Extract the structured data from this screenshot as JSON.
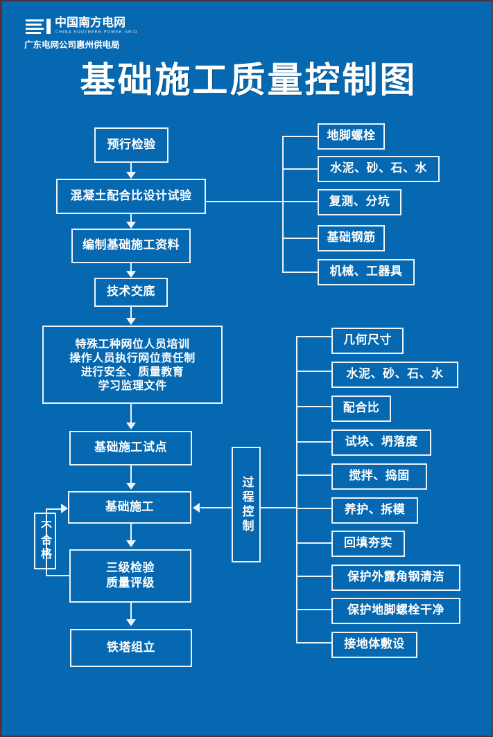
{
  "page": {
    "background_color": "#0568b0",
    "line_color": "#eef4fb",
    "text_color": "#ffffff"
  },
  "logo": {
    "mark": "south-grid-logo-mark",
    "company_cn": "中国南方电网",
    "company_en": "CHINA SOUTHERN POWER GRID",
    "bureau": "广东电网公司惠州供电局"
  },
  "title": "基础施工质量控制图",
  "main_flow": [
    {
      "id": "pre-inspection",
      "label": "预行检验"
    },
    {
      "id": "mix-design-test",
      "label": "混凝土配合比设计试验"
    },
    {
      "id": "compile-data",
      "label": "编制基础施工资料"
    },
    {
      "id": "tech-briefing",
      "label": "技术交底"
    },
    {
      "id": "training",
      "label": "特殊工种网位人员培训\n操作人员执行网位责任制\n进行安全、质量教育\n学习监理文件"
    },
    {
      "id": "pilot",
      "label": "基础施工试点"
    },
    {
      "id": "foundation-work",
      "label": "基础施工"
    },
    {
      "id": "inspection-grade",
      "label": "三级检验\n质量评级"
    },
    {
      "id": "tower-erection",
      "label": "铁塔组立"
    }
  ],
  "training_lines": [
    "特殊工种网位人员培训",
    "操作人员执行网位责任制",
    "进行安全、质量教育",
    "学习监理文件"
  ],
  "inspection_lines": [
    "三级检验",
    "质量评级"
  ],
  "reject_loop": {
    "label": "不合格"
  },
  "process_control": {
    "label": "过程控制"
  },
  "preparation_items": [
    {
      "id": "anchor-bolt",
      "label": "地脚螺栓"
    },
    {
      "id": "materials",
      "label": "水泥、砂、石、水"
    },
    {
      "id": "resurvey-pit",
      "label": "复测、分坑"
    },
    {
      "id": "rebar",
      "label": "基础钢筋"
    },
    {
      "id": "machinery",
      "label": "机械、工器具"
    }
  ],
  "control_items": [
    {
      "id": "geometry",
      "label": "几何尺寸"
    },
    {
      "id": "materials2",
      "label": "水泥、砂、石、水"
    },
    {
      "id": "mix-ratio",
      "label": "配合比"
    },
    {
      "id": "specimen-slump",
      "label": "试块、坍落度"
    },
    {
      "id": "mix-tamp",
      "label": "搅拌、捣固"
    },
    {
      "id": "cure-demold",
      "label": "养护、拆模"
    },
    {
      "id": "backfill",
      "label": "回填夯实"
    },
    {
      "id": "protect-angle",
      "label": "保护外露角钢清洁"
    },
    {
      "id": "protect-bolt",
      "label": "保护地脚螺栓干净"
    },
    {
      "id": "grounding",
      "label": "接地体敷设"
    }
  ]
}
